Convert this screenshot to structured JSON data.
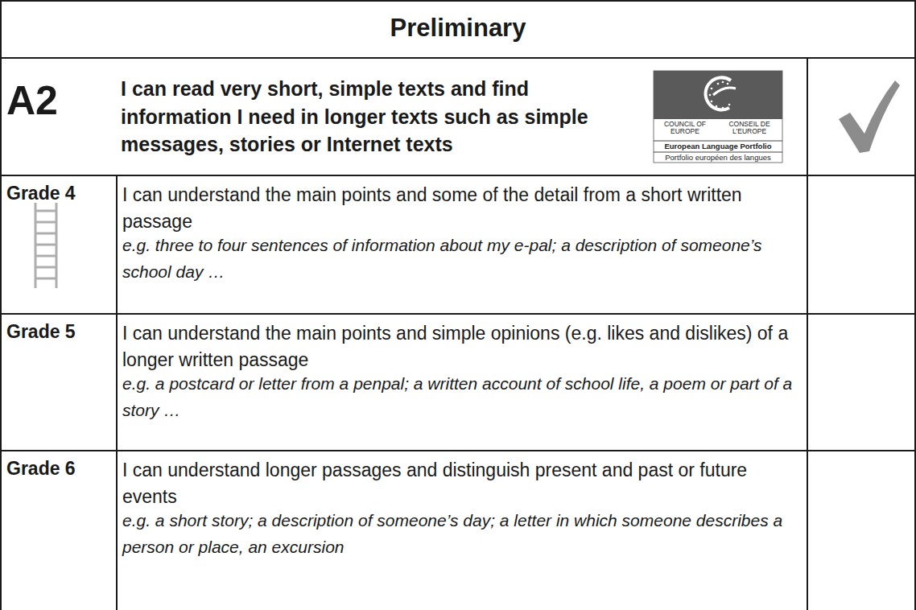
{
  "diagram": {
    "title": "Preliminary",
    "labels": [
      "A2",
      "I can read very short, simple texts and find information I need in longer texts such as simple messages, stories or Internet texts",
      "COUNCIL OF EUROPE",
      "CONSEIL DE L'EUROPE",
      "European Language Portfolio",
      "Portfolio européen des langues",
      "Grade 4",
      "I can understand the main points and some of the detail from a short written passage",
      "e.g. three to four sentences of information about my e-pal; a description of someone’s school day …",
      "Grade 5",
      "I can understand the main points and simple opinions (e.g. likes and dislikes) of a longer written passage",
      "e.g. a postcard or letter from a penpal; a written account of school life, a poem or part of a story …",
      "Grade 6",
      "I can understand longer passages and distinguish present and past or future events",
      "e.g. a short story; a description of someone’s day; a letter in which someone describes a person or place, an excursion"
    ]
  }
}
